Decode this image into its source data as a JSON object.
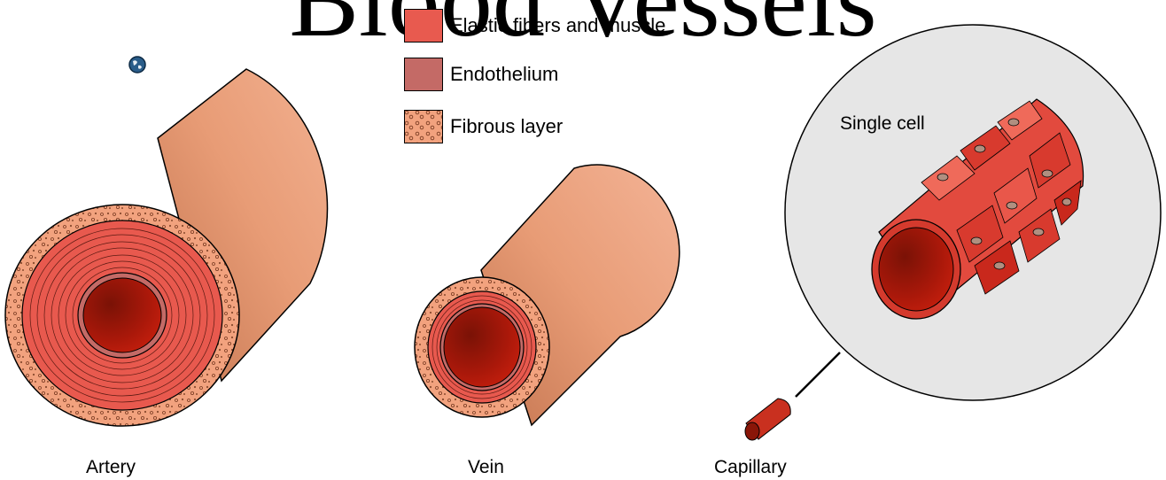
{
  "title": "Blood Vessels",
  "legend": [
    {
      "label": "Elastic fibers and muscle",
      "color": "#e85a4f"
    },
    {
      "label": "Endothelium",
      "color": "#c46a66"
    },
    {
      "label": "Fibrous layer",
      "color": "#f2a27e"
    }
  ],
  "vessels": {
    "artery": "Artery",
    "vein": "Vein",
    "capillary": "Capillary",
    "capillary_zoom": "Single cell"
  },
  "colors": {
    "outer_tube": "#e0956e",
    "tube_shadow": "#c97a55",
    "muscle": "#e8594e",
    "lumen_dark": "#8a1608",
    "lumen_light": "#c21a0a",
    "zoom_circle": "#e6e6e6"
  },
  "icons": [
    "globe-icon"
  ]
}
